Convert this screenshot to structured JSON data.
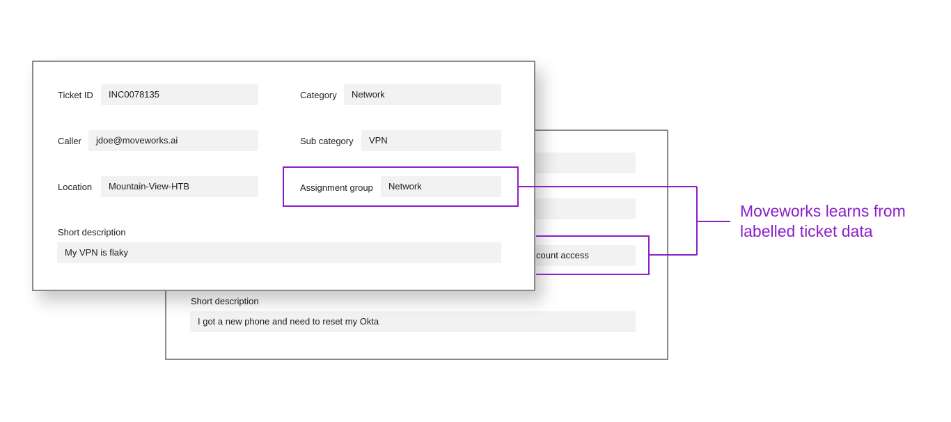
{
  "front_ticket": {
    "ticket_id_label": "Ticket ID",
    "ticket_id_value": "INC0078135",
    "category_label": "Category",
    "category_value": "Network",
    "caller_label": "Caller",
    "caller_value": "jdoe@moveworks.ai",
    "sub_category_label": "Sub category",
    "sub_category_value": "VPN",
    "location_label": "Location",
    "location_value": "Mountain-View-HTB",
    "assignment_group_label": "Assignment group",
    "assignment_group_value": "Network",
    "short_description_label": "Short description",
    "short_description_value": "My VPN is flaky"
  },
  "back_ticket": {
    "partial_field_value": "count access",
    "short_description_label": "Short description",
    "short_description_value": "I got a new phone and need to reset my Okta"
  },
  "callout": {
    "line1": "Moveworks learns from",
    "line2": "labelled ticket data"
  },
  "colors": {
    "accent": "#8a1fc9",
    "field_bg": "#f2f2f2",
    "card_border": "#8a8a8a"
  }
}
